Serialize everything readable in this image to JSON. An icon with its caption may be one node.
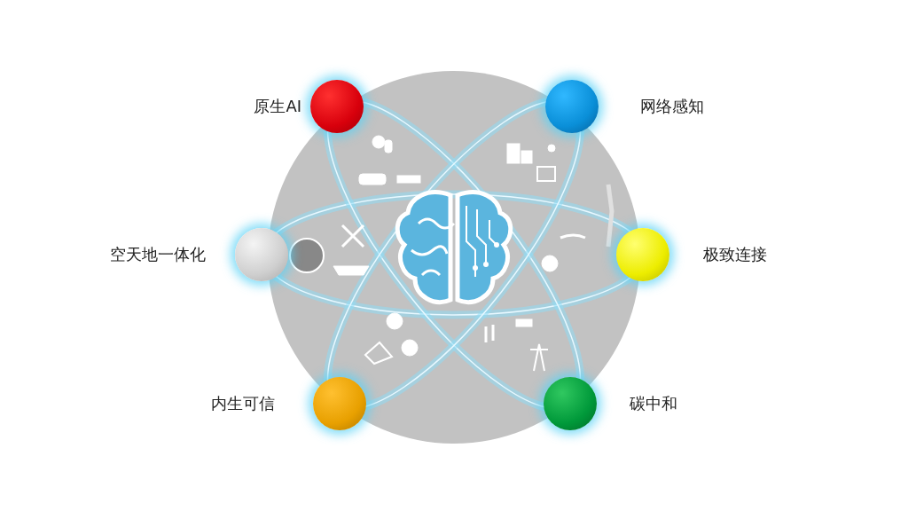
{
  "diagram": {
    "nodes": [
      {
        "text": [
          "原生AI"
        ]
      },
      {
        "text": [
          "网络感知"
        ]
      },
      {
        "text": [
          "空天地一体化"
        ]
      },
      {
        "text": [
          "极致连接"
        ]
      },
      {
        "text": [
          "内生可信"
        ]
      },
      {
        "text": [
          "碳中和"
        ]
      }
    ]
  }
}
